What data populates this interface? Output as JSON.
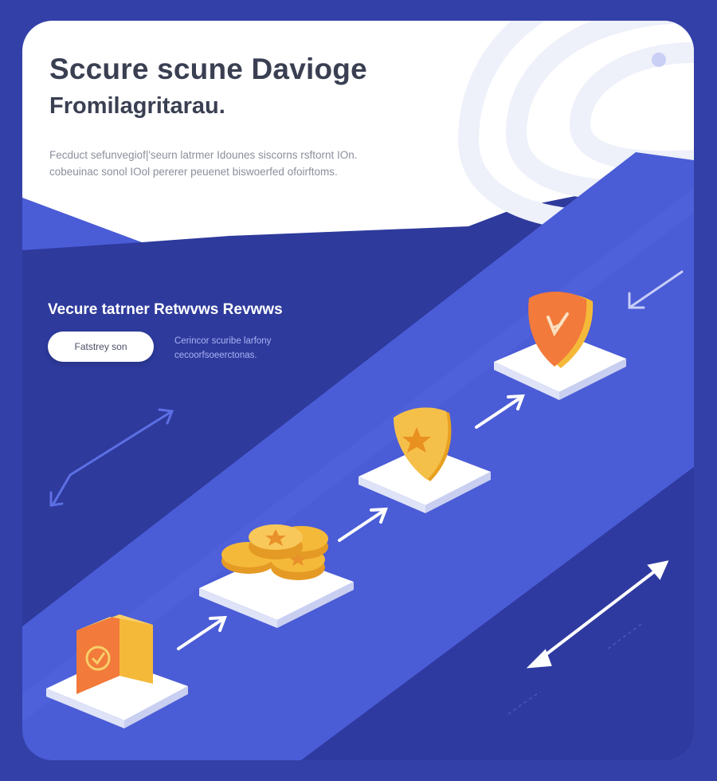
{
  "hero": {
    "title_line1": "Sccure scune Daviogе",
    "title_line2": "Fromilagritarau.",
    "description_lines": [
      "Fecduct sefunvegiof|'seurn latrmer Idounes siscorns rsftornt IOn.",
      "cobeuinac sonol IOol pererer peuenet biswoerfed ofoirftoms."
    ]
  },
  "section": {
    "title": "Vecure tatrner Retwvws  Revwws",
    "pill_label": "Fatstrey son",
    "side_note_lines": [
      "Cerincor scuribe larfony",
      "cecoorfsoeerctonas."
    ]
  },
  "steps": [
    {
      "icon": "box-icon"
    },
    {
      "icon": "coins-icon"
    },
    {
      "icon": "star-shield-icon"
    },
    {
      "icon": "badge-shield-icon"
    }
  ],
  "colors": {
    "background": "#2f3aa0",
    "ribbon": "#4a5cd6",
    "accent_orange": "#f08a3c",
    "accent_gold": "#f5b93a",
    "white": "#ffffff"
  }
}
